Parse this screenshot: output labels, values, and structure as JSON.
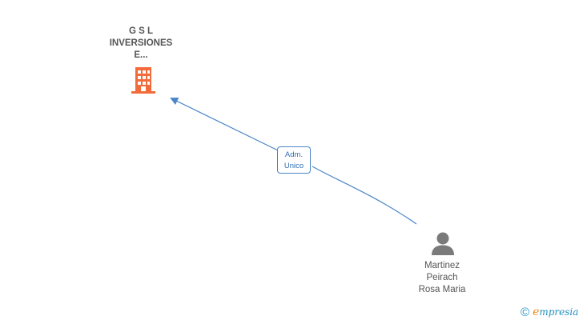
{
  "company": {
    "name_lines": [
      "G S L",
      "INVERSIONES",
      "E..."
    ],
    "icon": "building-icon",
    "color": "#f26b3a"
  },
  "relation": {
    "label_lines": [
      "Adm.",
      "Unico"
    ],
    "color": "#4a86c8"
  },
  "person": {
    "name_lines": [
      "Martinez",
      "Peirach",
      "Rosa Maria"
    ],
    "icon": "person-icon",
    "color": "#7a7a7a"
  },
  "brand": {
    "copyright_symbol": "©",
    "name_first": "e",
    "name_rest": "mpresia"
  }
}
